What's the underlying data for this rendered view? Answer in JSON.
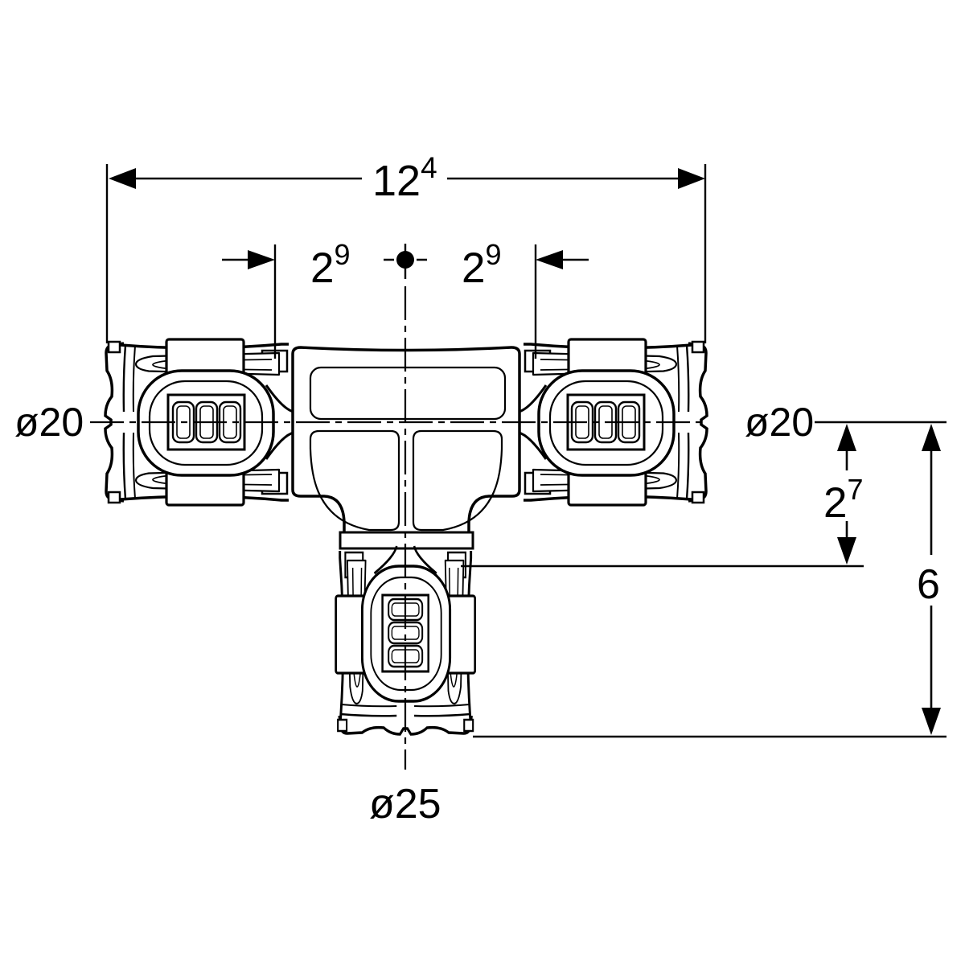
{
  "page": {
    "background": "#ffffff",
    "line_color": "#000000"
  },
  "drawing": {
    "description": "Technical dimension drawing of a T-piece press fitting (front view) with two lateral ports and one bottom branch port",
    "labels": {
      "overall_width": {
        "main": "12",
        "sup": "4"
      },
      "offset_left": {
        "main": "2",
        "sup": "9"
      },
      "offset_right": {
        "main": "2",
        "sup": "9"
      },
      "diameter_left": "ø20",
      "diameter_right": "ø20",
      "height_center_to_flange": {
        "main": "2",
        "sup": "7"
      },
      "height_total": "6",
      "diameter_branch": "ø25"
    }
  }
}
